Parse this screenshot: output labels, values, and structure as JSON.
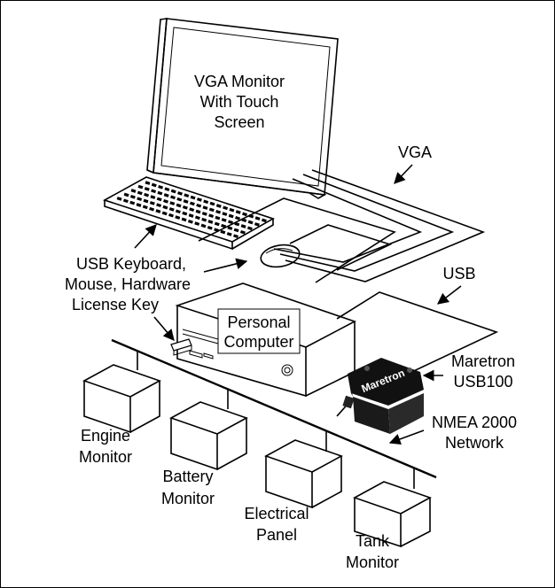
{
  "diagram": {
    "monitor": {
      "lines": [
        "VGA Monitor",
        "With Touch",
        "Screen"
      ]
    },
    "vga_label": "VGA",
    "usb_label": "USB",
    "peripherals_label": {
      "lines": [
        "USB Keyboard,",
        "Mouse, Hardware",
        "License Key"
      ]
    },
    "computer_label": {
      "lines": [
        "Personal",
        "Computer"
      ]
    },
    "usb100_label": {
      "lines": [
        "Maretron",
        "USB100"
      ]
    },
    "usb100_brand": "Maretron",
    "network_label": {
      "lines": [
        "NMEA 2000",
        "Network"
      ]
    },
    "engine_label": {
      "lines": [
        "Engine",
        "Monitor"
      ]
    },
    "battery_label": {
      "lines": [
        "Battery",
        "Monitor"
      ]
    },
    "electrical_label": {
      "lines": [
        "Electrical",
        "Panel"
      ]
    },
    "tank_label": {
      "lines": [
        "Tank",
        "Monitor"
      ]
    }
  }
}
